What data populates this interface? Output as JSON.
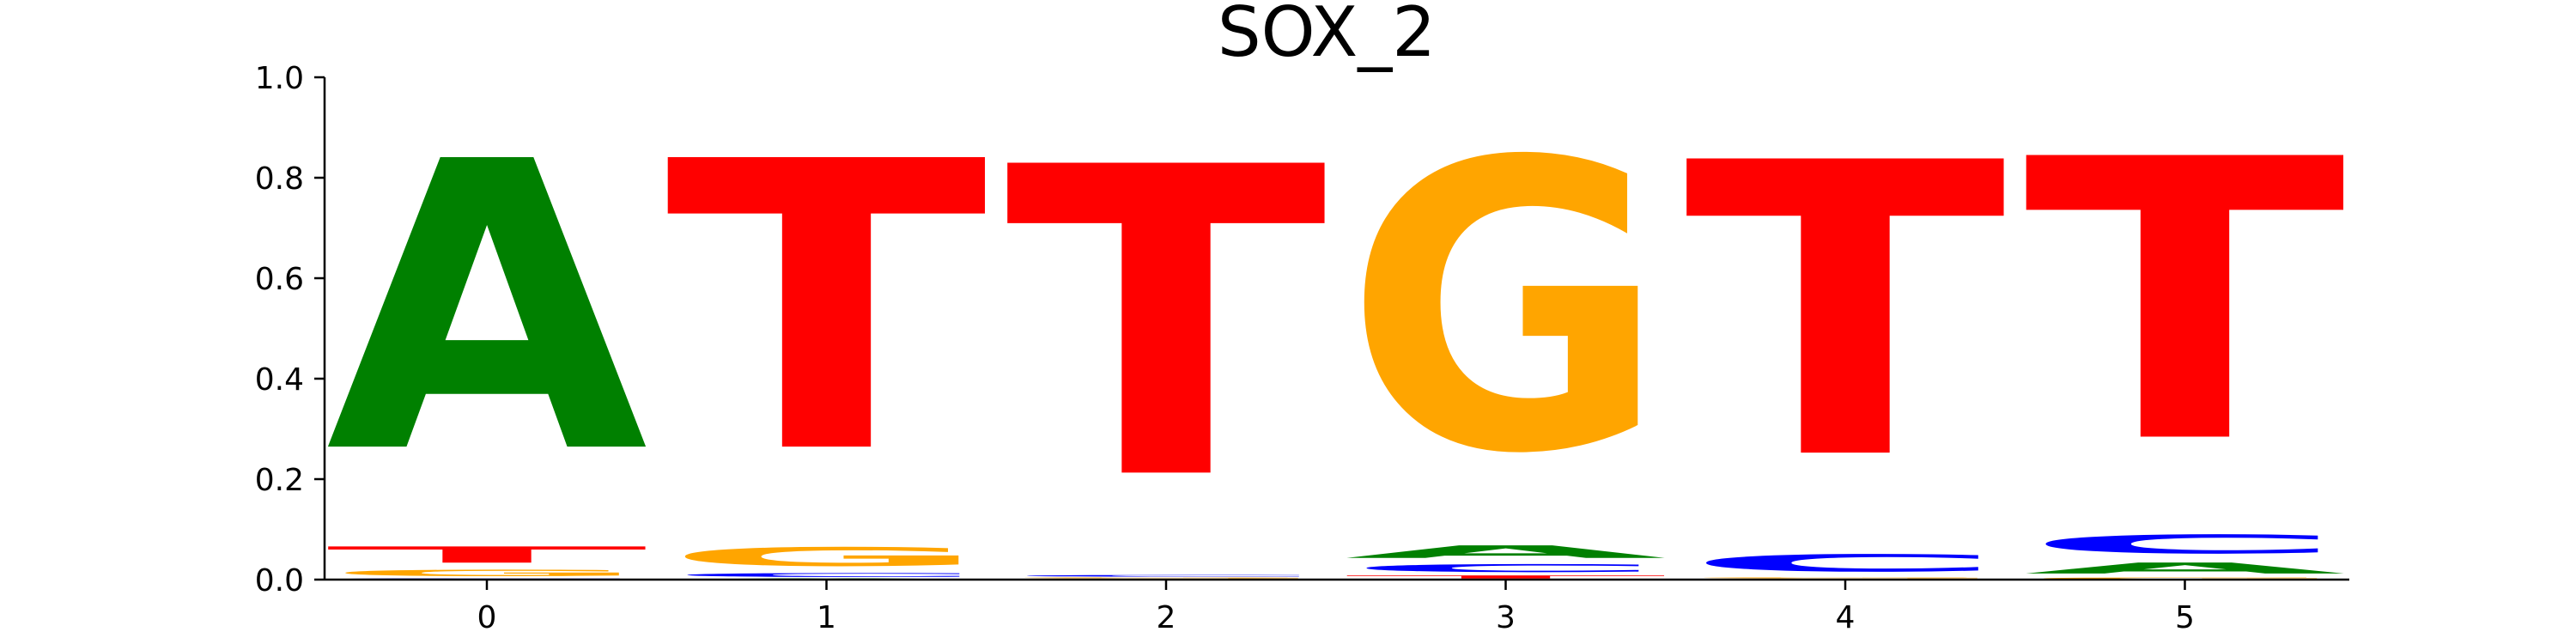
{
  "chart_data": {
    "type": "sequence-logo",
    "title": "SOX_2",
    "xlabel": "",
    "ylabel": "",
    "ylim": [
      0,
      1.0
    ],
    "y_ticks": [
      "0.0",
      "0.2",
      "0.4",
      "0.6",
      "0.8",
      "1.0"
    ],
    "x_ticks": [
      "0",
      "1",
      "2",
      "3",
      "4",
      "5"
    ],
    "colors": {
      "A": "#008000",
      "C": "#0000ff",
      "G": "#ffa500",
      "T": "#ff0000"
    },
    "positions": [
      {
        "x": "0",
        "A": 0.925,
        "C": 0.003,
        "G": 0.02,
        "T": 0.052
      },
      {
        "x": "1",
        "A": 0.003,
        "C": 0.012,
        "G": 0.06,
        "T": 0.925
      },
      {
        "x": "2",
        "A": 0.002,
        "C": 0.005,
        "G": 0.003,
        "T": 0.99
      },
      {
        "x": "3",
        "A": 0.04,
        "C": 0.025,
        "G": 0.925,
        "T": 0.01
      },
      {
        "x": "4",
        "A": 0.002,
        "C": 0.055,
        "G": 0.003,
        "T": 0.94
      },
      {
        "x": "5",
        "A": 0.035,
        "C": 0.06,
        "G": 0.005,
        "T": 0.9
      }
    ]
  }
}
